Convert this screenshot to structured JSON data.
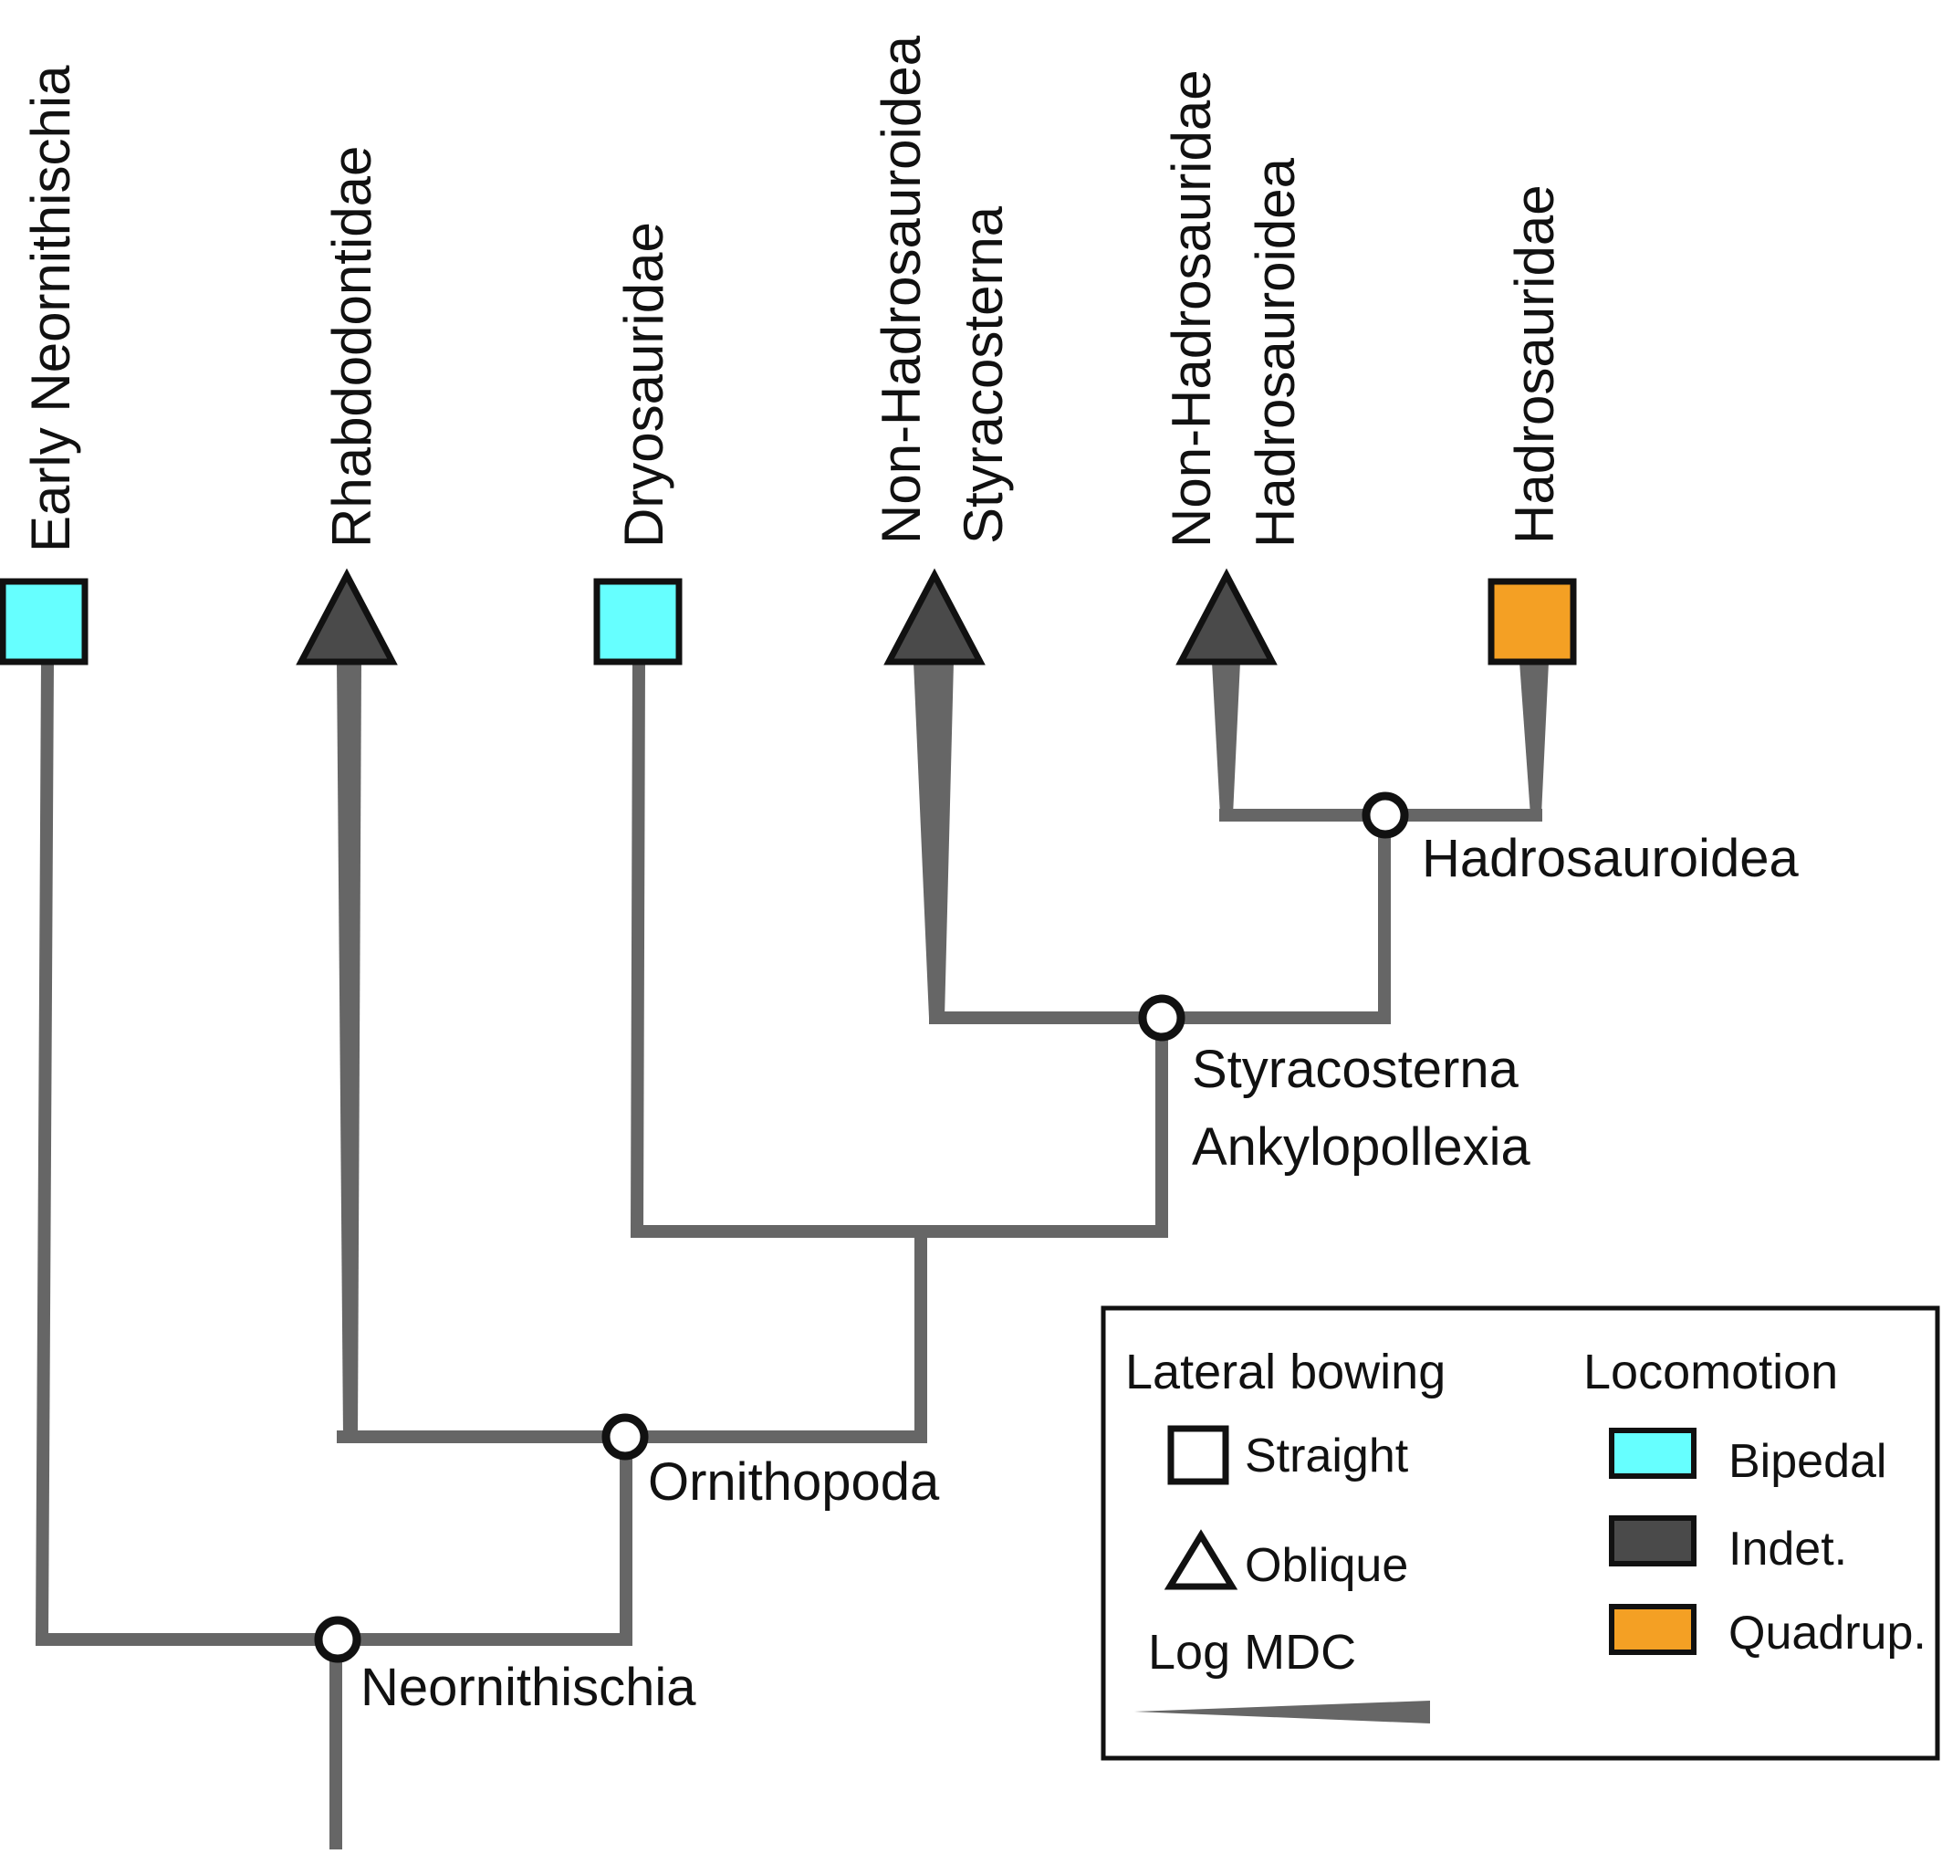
{
  "colors": {
    "branch": "#666666",
    "bipedal": "#66ffff",
    "indet": "#4a4a4a",
    "quadrup": "#f4a024",
    "stroke": "#111111",
    "node_fill": "#ffffff"
  },
  "tips": {
    "early_neornithischia": {
      "label": "Early Neornithischia",
      "bowing": "Straight",
      "locomotion": "Bipedal"
    },
    "rhabdodontidae": {
      "label": "Rhabdodontidae",
      "bowing": "Oblique",
      "locomotion": "Indet."
    },
    "dryosauridae": {
      "label": "Dryosauridae",
      "bowing": "Straight",
      "locomotion": "Bipedal"
    },
    "non_hadrosauroidea_styracosterna": {
      "label_line1": "Non-Hadrosauroidea",
      "label_line2": "Styracosterna",
      "bowing": "Oblique",
      "locomotion": "Indet."
    },
    "non_hadrosauridae_hadrosauroidea": {
      "label_line1": "Non-Hadrosauridae",
      "label_line2": "Hadrosauroidea",
      "bowing": "Oblique",
      "locomotion": "Indet."
    },
    "hadrosauridae": {
      "label": "Hadrosauridae",
      "bowing": "Straight",
      "locomotion": "Quadrup."
    }
  },
  "nodes": {
    "neornithischia": "Neornithischia",
    "ornithopoda": "Ornithopoda",
    "styracosterna": "Styracosterna",
    "ankylopollexia": "Ankylopollexia",
    "hadrosauroidea": "Hadrosauroidea"
  },
  "legend": {
    "bowing_title": "Lateral bowing",
    "straight": "Straight",
    "oblique": "Oblique",
    "mdc_title": "Log MDC",
    "locomotion_title": "Locomotion",
    "bipedal": "Bipedal",
    "indet": "Indet.",
    "quadrup": "Quadrup."
  }
}
